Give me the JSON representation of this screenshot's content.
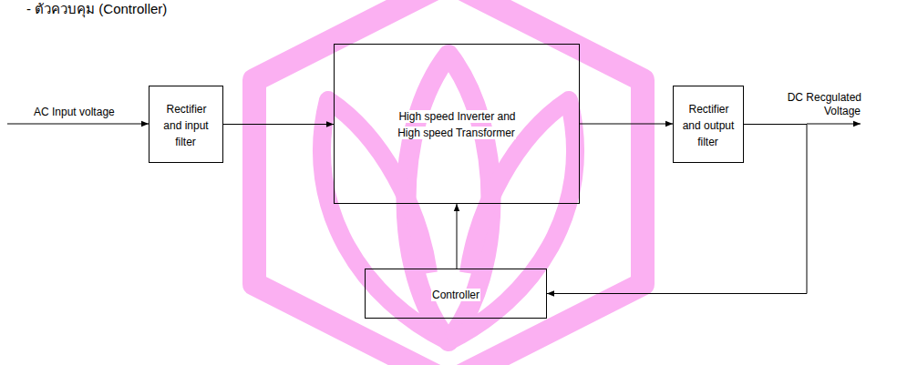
{
  "diagram": {
    "nodes": [
      {
        "text": [
          "Rectifier and input filter"
        ]
      },
      {
        "text": [
          "High speed Inverter and High speed Transformer"
        ]
      },
      {
        "text": [
          "Rectifier and output filter"
        ]
      },
      {
        "text": [
          "Controller"
        ]
      }
    ],
    "edges": [
      {
        "from": 0,
        "to": 1,
        "arrow": "to"
      },
      {
        "from": 1,
        "to": 2,
        "arrow": "to"
      },
      {
        "from": 3,
        "to": 1,
        "arrow": "to"
      },
      {
        "from": 2,
        "to": 3,
        "arrow": "to"
      }
    ],
    "labels": [
      "- ตัวควบคุม (Controller)",
      "AC Input voltage",
      "DC Recgulated Voltage"
    ]
  }
}
